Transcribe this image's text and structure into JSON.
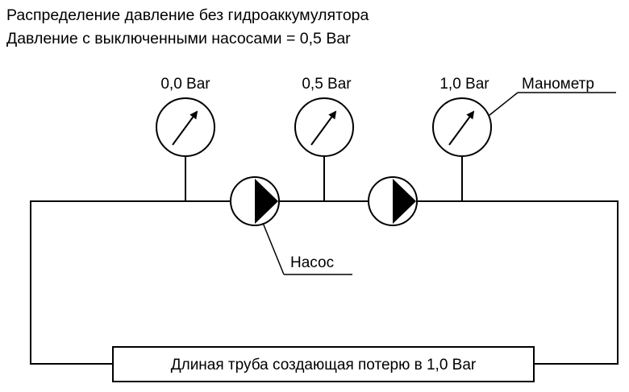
{
  "header": {
    "title": "Распределение давление без гидроаккумулятора",
    "subtitle": "Давление с выключенными насосами = 0,5 Bar"
  },
  "gauges": [
    {
      "reading": "0,0 Bar"
    },
    {
      "reading": "0,5 Bar"
    },
    {
      "reading": "1,0 Bar"
    }
  ],
  "labels": {
    "gauge_label": "Манометр",
    "pump_label": "Насос",
    "pipe_label": "Длиная труба создающая потерю в 1,0 Bar"
  },
  "colors": {
    "stroke": "#000000",
    "background": "#ffffff"
  }
}
